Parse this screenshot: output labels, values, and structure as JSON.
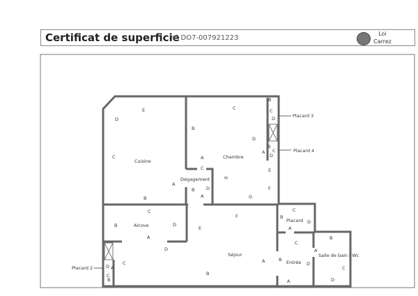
{
  "header": {
    "title": "Certificat de superficie",
    "number": "n° DO7-007921223",
    "law_line1": "Loi",
    "law_line2": "Carrez"
  },
  "rooms": {
    "cuisine": "Cuisine",
    "chambre": "Chambre",
    "degagement": "Dégagement",
    "alcove": "Alcove",
    "sejour": "Séjour",
    "placard": "Placard",
    "entree": "Entrée",
    "salle_de_bain": "Salle de bain / Wc"
  },
  "callouts": {
    "placard2": "Placard 2",
    "placard3": "Placard 3",
    "placard4": "Placard 4"
  },
  "wall_letters": [
    "E",
    "D",
    "C",
    "B",
    "A",
    "C",
    "B",
    "D",
    "H",
    "E",
    "F",
    "G",
    "A",
    "C",
    "B",
    "D",
    "A",
    "B",
    "C",
    "D",
    "B",
    "C",
    "D",
    "A",
    "C",
    "B",
    "D",
    "A",
    "F",
    "D",
    "A",
    "B",
    "E",
    "C",
    "B",
    "D",
    "A",
    "C",
    "B",
    "D",
    "A",
    "B",
    "C",
    "A",
    "D",
    "D",
    "A",
    "C",
    "C",
    "B"
  ]
}
